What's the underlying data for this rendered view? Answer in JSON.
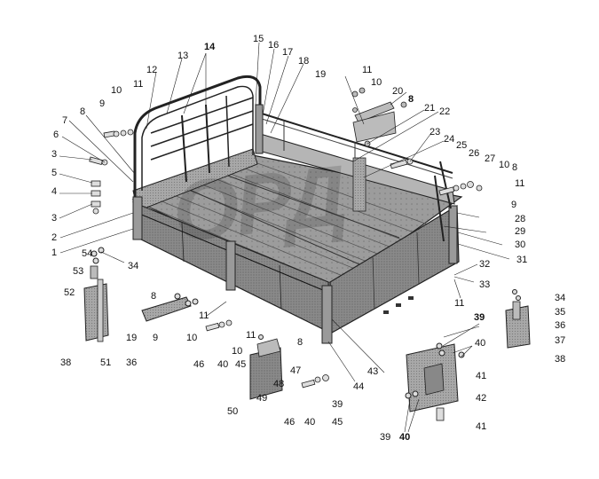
{
  "watermark": "ОРД",
  "callouts": [
    {
      "id": "c14",
      "text": "14",
      "bold": true
    },
    {
      "id": "c15",
      "text": "15"
    },
    {
      "id": "c16",
      "text": "16"
    },
    {
      "id": "c17",
      "text": "17"
    },
    {
      "id": "c18",
      "text": "18"
    },
    {
      "id": "c13",
      "text": "13"
    },
    {
      "id": "c12",
      "text": "12"
    },
    {
      "id": "c11a",
      "text": "11"
    },
    {
      "id": "c10a",
      "text": "10"
    },
    {
      "id": "c9a",
      "text": "9"
    },
    {
      "id": "c8a",
      "text": "8"
    },
    {
      "id": "c7",
      "text": "7"
    },
    {
      "id": "c6",
      "text": "6"
    },
    {
      "id": "c3a",
      "text": "3"
    },
    {
      "id": "c5",
      "text": "5"
    },
    {
      "id": "c4",
      "text": "4"
    },
    {
      "id": "c3b",
      "text": "3"
    },
    {
      "id": "c2",
      "text": "2"
    },
    {
      "id": "c1",
      "text": "1"
    },
    {
      "id": "c19a",
      "text": "19"
    },
    {
      "id": "c11b",
      "text": "11"
    },
    {
      "id": "c10b",
      "text": "10"
    },
    {
      "id": "c20",
      "text": "20"
    },
    {
      "id": "c8b",
      "text": "8",
      "bold": true
    },
    {
      "id": "c21",
      "text": "21"
    },
    {
      "id": "c22",
      "text": "22"
    },
    {
      "id": "c23",
      "text": "23"
    },
    {
      "id": "c24",
      "text": "24"
    },
    {
      "id": "c25",
      "text": "25"
    },
    {
      "id": "c26",
      "text": "26"
    },
    {
      "id": "c27",
      "text": "27"
    },
    {
      "id": "c10c",
      "text": "10"
    },
    {
      "id": "c8c",
      "text": "8"
    },
    {
      "id": "c11c",
      "text": "11"
    },
    {
      "id": "c9b",
      "text": "9"
    },
    {
      "id": "c28",
      "text": "28"
    },
    {
      "id": "c29",
      "text": "29"
    },
    {
      "id": "c30",
      "text": "30"
    },
    {
      "id": "c31",
      "text": "31"
    },
    {
      "id": "c32",
      "text": "32"
    },
    {
      "id": "c33",
      "text": "33"
    },
    {
      "id": "c11d",
      "text": "11"
    },
    {
      "id": "c34a",
      "text": "34"
    },
    {
      "id": "c35",
      "text": "35"
    },
    {
      "id": "c36a",
      "text": "36"
    },
    {
      "id": "c37",
      "text": "37"
    },
    {
      "id": "c38a",
      "text": "38"
    },
    {
      "id": "c54",
      "text": "54"
    },
    {
      "id": "c34b",
      "text": "34"
    },
    {
      "id": "c53",
      "text": "53"
    },
    {
      "id": "c52",
      "text": "52"
    },
    {
      "id": "c38b",
      "text": "38"
    },
    {
      "id": "c51",
      "text": "51"
    },
    {
      "id": "c36b",
      "text": "36"
    },
    {
      "id": "c8d",
      "text": "8"
    },
    {
      "id": "c19b",
      "text": "19"
    },
    {
      "id": "c9c",
      "text": "9"
    },
    {
      "id": "c10d",
      "text": "10"
    },
    {
      "id": "c11e",
      "text": "11"
    },
    {
      "id": "c46a",
      "text": "46"
    },
    {
      "id": "c40a",
      "text": "40"
    },
    {
      "id": "c45a",
      "text": "45"
    },
    {
      "id": "c11f",
      "text": "11"
    },
    {
      "id": "c10e",
      "text": "10"
    },
    {
      "id": "c8e",
      "text": "8"
    },
    {
      "id": "c47",
      "text": "47"
    },
    {
      "id": "c48",
      "text": "48"
    },
    {
      "id": "c49",
      "text": "49"
    },
    {
      "id": "c50",
      "text": "50"
    },
    {
      "id": "c43",
      "text": "43"
    },
    {
      "id": "c44",
      "text": "44"
    },
    {
      "id": "c39a",
      "text": "39",
      "bold": true
    },
    {
      "id": "c40b",
      "text": "40"
    },
    {
      "id": "c41a",
      "text": "41"
    },
    {
      "id": "c42",
      "text": "42"
    },
    {
      "id": "c46b",
      "text": "46"
    },
    {
      "id": "c40c",
      "text": "40"
    },
    {
      "id": "c39b",
      "text": "39"
    },
    {
      "id": "c45b",
      "text": "45"
    },
    {
      "id": "c39c",
      "text": "39"
    },
    {
      "id": "c40d",
      "text": "40",
      "bold": true
    },
    {
      "id": "c41b",
      "text": "41"
    }
  ]
}
